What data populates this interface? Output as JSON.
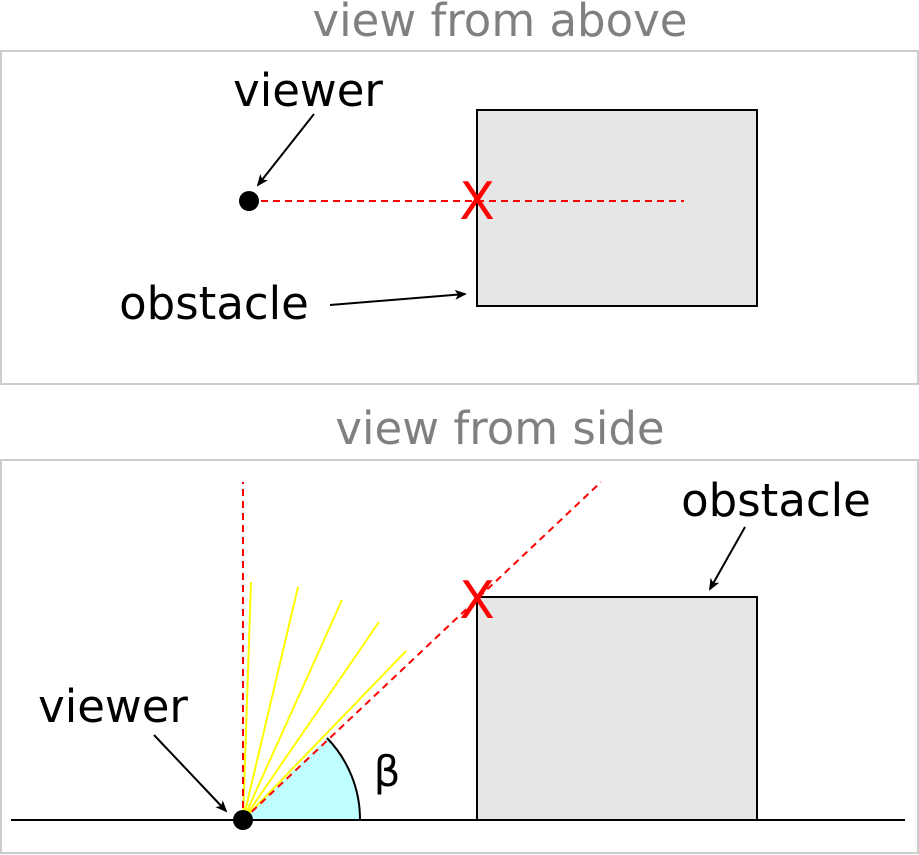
{
  "top_panel": {
    "title": "view from above",
    "viewer_label": "viewer",
    "obstacle_label": "obstacle",
    "blocked_mark": "X"
  },
  "bottom_panel": {
    "title": "view from side",
    "viewer_label": "viewer",
    "obstacle_label": "obstacle",
    "blocked_mark": "X",
    "angle_label": "β"
  },
  "colors": {
    "title_text": "#808080",
    "frame": "#cccccc",
    "obstacle_fill": "#e6e6e6",
    "sight_line": "#ff0000",
    "ray": "#ffff00",
    "angle_fill": "#bfffff",
    "blocked_mark": "#ff0000"
  }
}
